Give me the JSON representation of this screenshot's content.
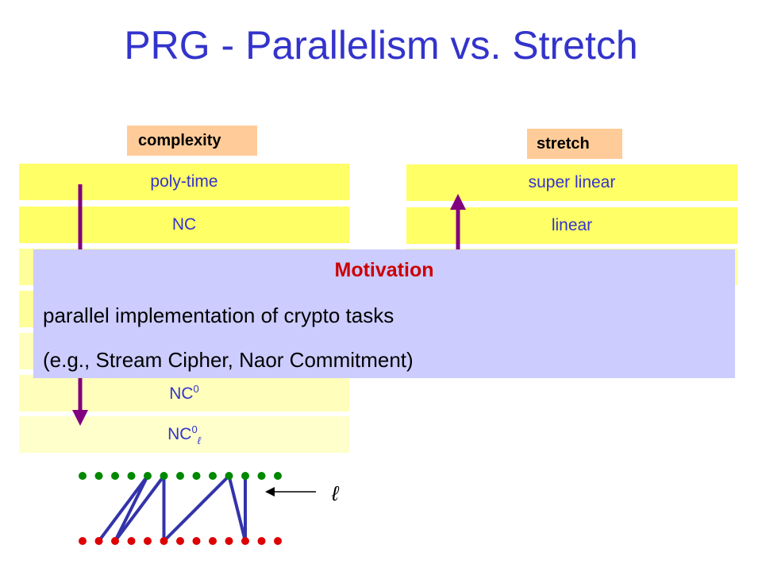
{
  "title": "PRG - Parallelism vs. Stretch",
  "complexity": {
    "header": "complexity",
    "levels": [
      "poly-time",
      "NC",
      "NC",
      "ℓ"
    ]
  },
  "stretch": {
    "header": "stretch",
    "levels": [
      "super linear",
      "linear"
    ]
  },
  "motivation": {
    "title": "Motivation",
    "line1": "parallel implementation of crypto tasks",
    "line2": "(e.g., Stream Cipher, Naor Commitment)"
  },
  "circuit": {
    "locality_label": "ℓ"
  },
  "colors": {
    "title": "#3333cc",
    "arrow": "#800080",
    "input_node": "#008800",
    "output_node": "#dd0000",
    "edge": "#3333aa"
  }
}
